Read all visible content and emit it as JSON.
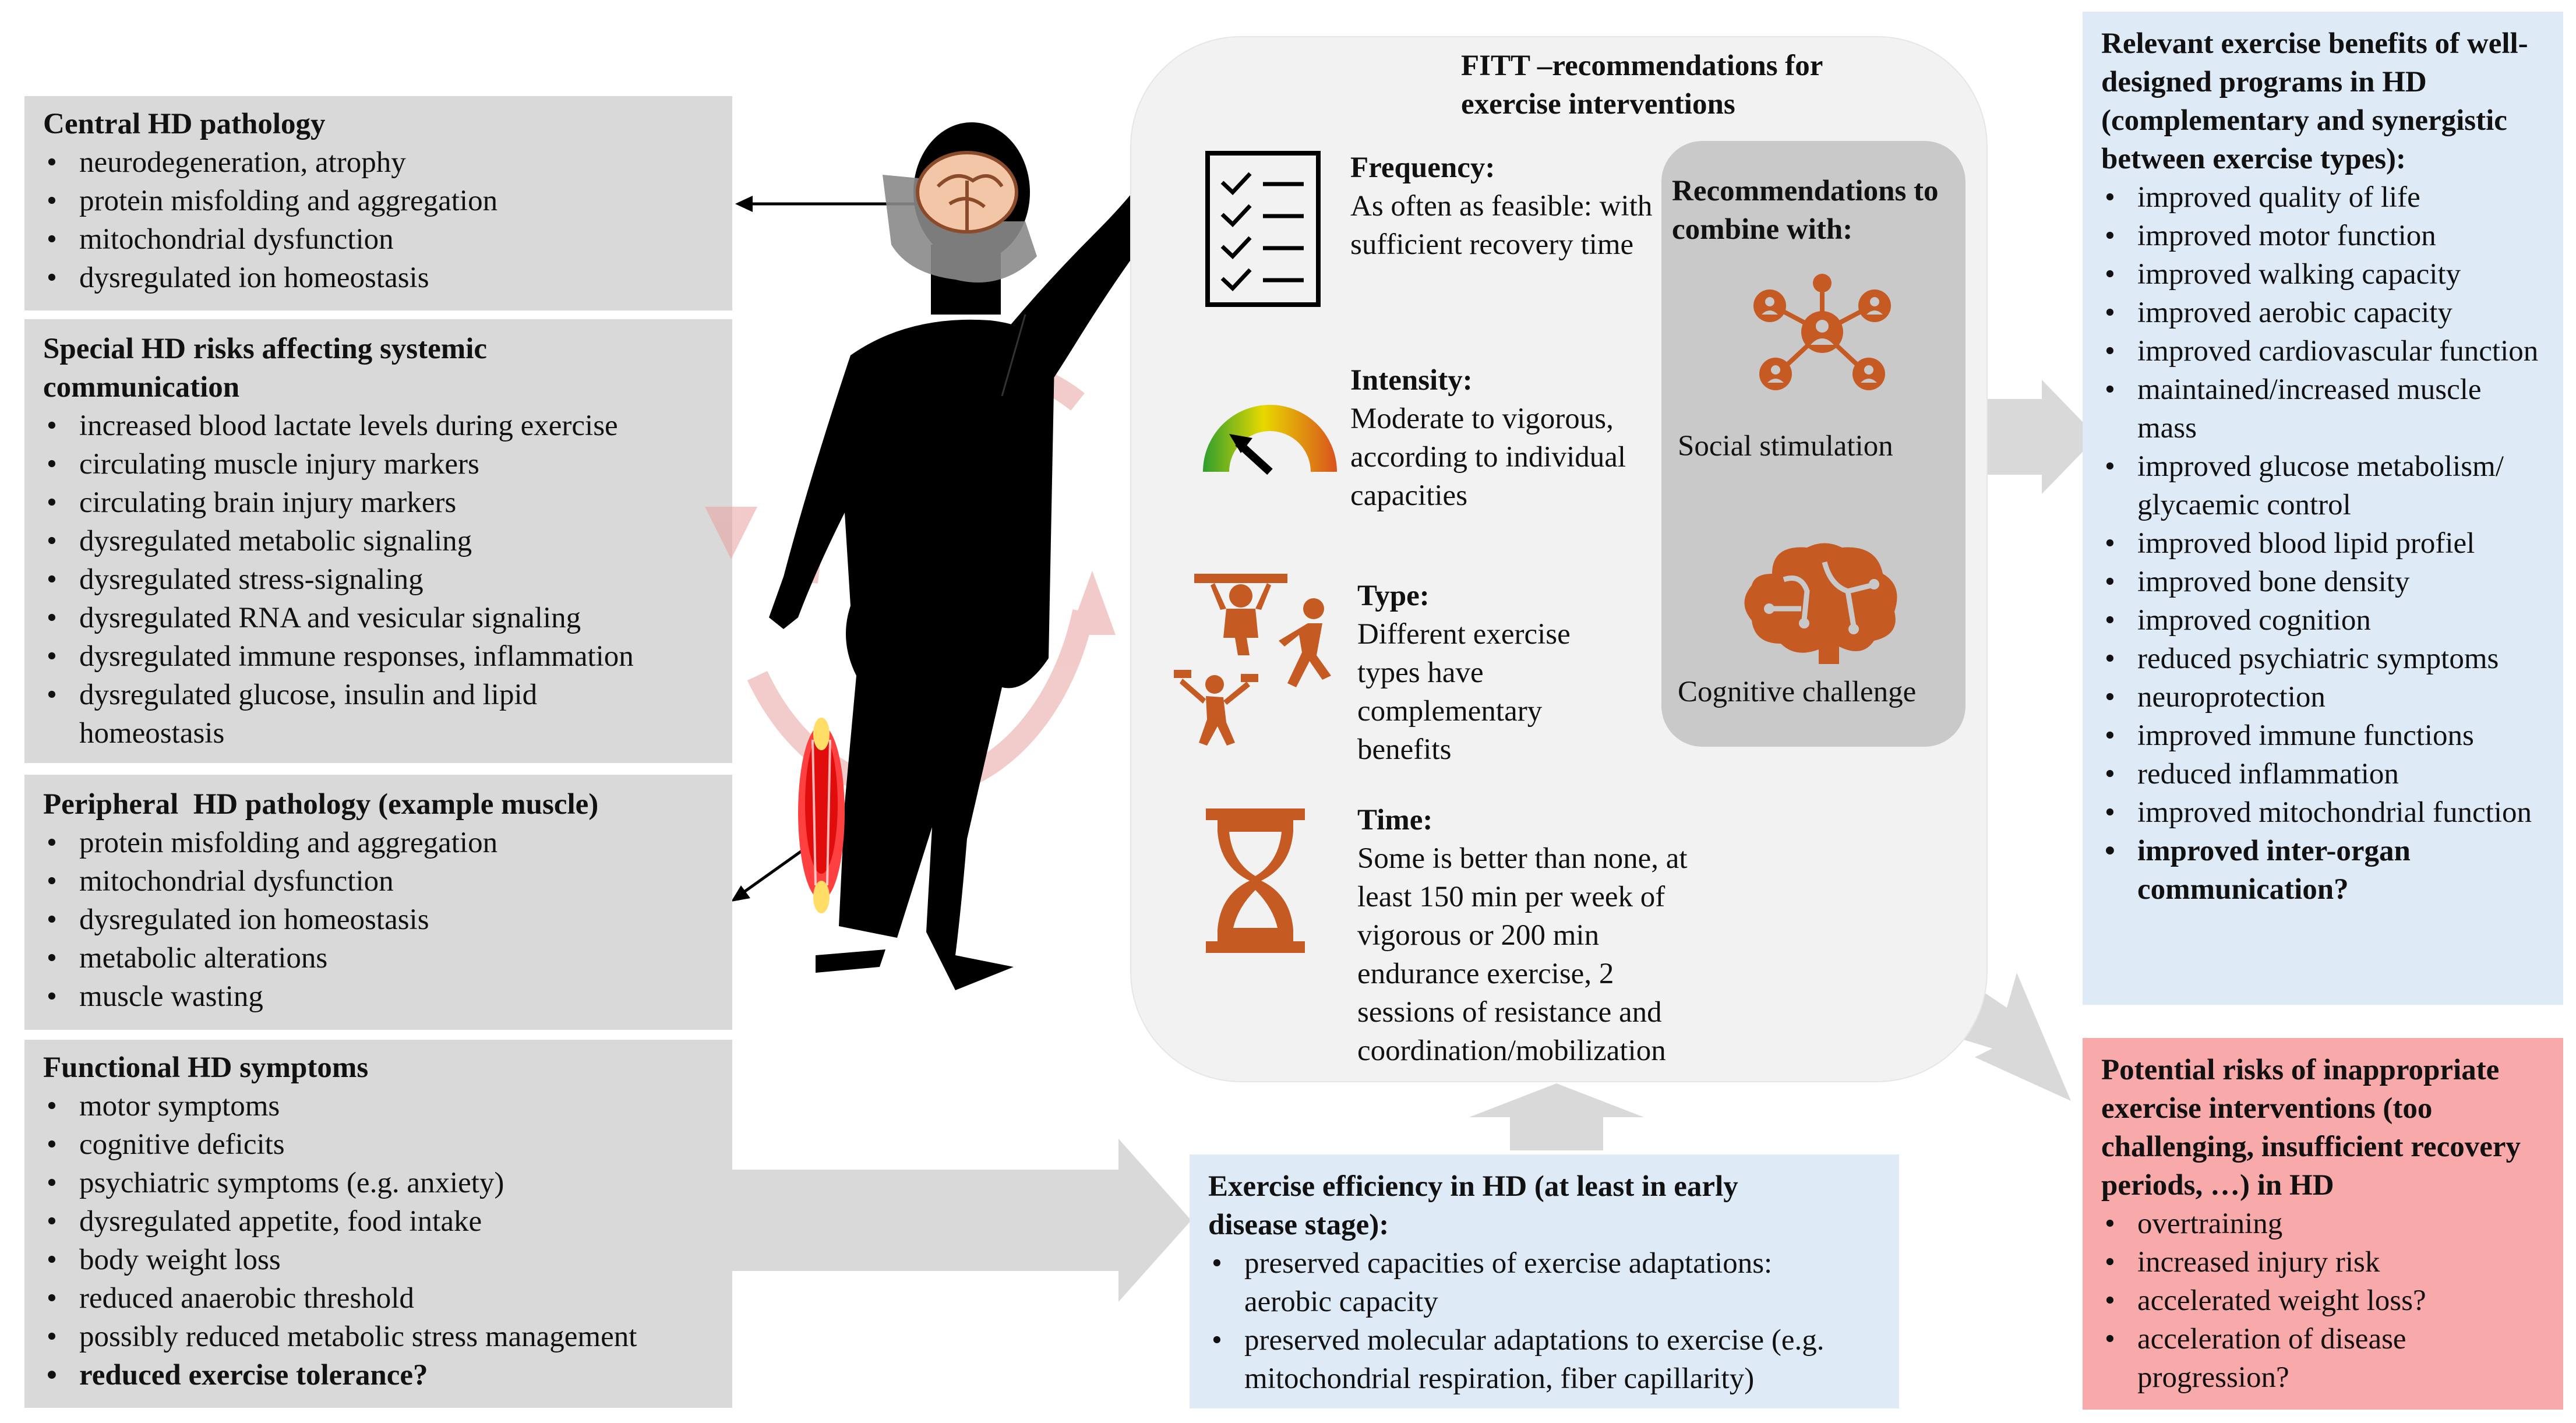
{
  "central": {
    "title": "Central HD pathology",
    "items": [
      "neurodegeneration, atrophy",
      "protein misfolding and aggregation",
      "mitochondrial dysfunction",
      "dysregulated ion homeostasis"
    ]
  },
  "special": {
    "title": "Special HD risks affecting systemic communication",
    "items": [
      "increased blood lactate levels during exercise",
      "circulating muscle injury markers",
      "circulating brain injury markers",
      "dysregulated metabolic signaling",
      "dysregulated stress-signaling",
      "dysregulated RNA and vesicular signaling",
      "dysregulated immune responses, inflammation",
      "dysregulated glucose, insulin and lipid homeostasis"
    ]
  },
  "peripheral": {
    "title": "Peripheral  HD pathology (example muscle)",
    "items": [
      "protein misfolding and aggregation",
      "mitochondrial dysfunction",
      "dysregulated ion homeostasis",
      "metabolic alterations",
      "muscle wasting"
    ]
  },
  "functional": {
    "title": "Functional HD symptoms",
    "items": [
      "motor symptoms",
      "cognitive deficits",
      "psychiatric symptoms (e.g. anxiety)",
      "dysregulated appetite, food intake",
      "body weight loss",
      "reduced anaerobic threshold",
      "possibly reduced metabolic stress management"
    ],
    "bold_item": "reduced exercise tolerance?"
  },
  "fitt": {
    "title": "FITT –recommendations for exercise interventions",
    "frequency": {
      "heading": "Frequency:",
      "text": "As often as feasible: with sufficient recovery time"
    },
    "intensity": {
      "heading": "Intensity:",
      "text": "Moderate to vigorous, according to individual capacities"
    },
    "type": {
      "heading": "Type:",
      "text": "Different exercise types have complementary benefits"
    },
    "time": {
      "heading": "Time:",
      "text": "Some is better than none, at least 150 min per week of vigorous or 200 min endurance exercise, 2 sessions of resistance and coordination/mobilization"
    },
    "combine": {
      "title": "Recommendations to combine with:",
      "social": "Social stimulation",
      "cognitive": "Cognitive challenge"
    }
  },
  "efficiency": {
    "title": "Exercise efficiency in HD (at least in early disease stage):",
    "items": [
      "preserved capacities of exercise adaptations: aerobic capacity",
      "preserved molecular adaptations to exercise (e.g. mitochondrial respiration, fiber capillarity)"
    ]
  },
  "benefits": {
    "title": "Relevant exercise benefits of well-designed programs in HD (complementary and synergistic between exercise types):",
    "items": [
      "improved quality of life",
      "improved motor function",
      "improved walking capacity",
      "improved aerobic capacity",
      "improved cardiovascular function",
      "maintained/increased muscle mass",
      "improved glucose metabolism/ glycaemic control",
      "improved blood lipid profiel",
      "improved bone density",
      "improved cognition",
      "reduced psychiatric symptoms",
      "neuroprotection",
      "improved immune functions",
      "reduced inflammation",
      "improved mitochondrial function"
    ],
    "bold_item": "improved inter-organ communication?"
  },
  "risks": {
    "title": "Potential risks of inappropriate exercise interventions (too challenging, insufficient recovery periods, …) in HD",
    "items": [
      "overtraining",
      "increased injury risk",
      "accelerated weight loss?",
      "acceleration of disease progression?"
    ]
  },
  "colors": {
    "gray_box": "#d9d9d9",
    "blue_box": "#deeaf6",
    "pink_box": "#f8a9a9",
    "icon_orange": "#c55a22",
    "circle_red": "#e8a0a0",
    "arrow_gray": "#d9d9d9"
  },
  "icons": [
    "checklist-icon",
    "gauge-icon",
    "exercise-people-icon",
    "hourglass-icon",
    "social-network-icon",
    "brain-icon",
    "human-silhouette-icon",
    "muscle-icon"
  ]
}
